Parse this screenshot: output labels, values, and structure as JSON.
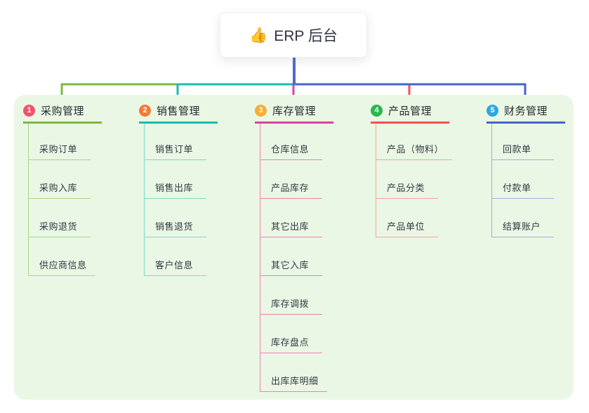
{
  "root": {
    "icon": "👍",
    "title": "ERP 后台",
    "stem_color": "#5069cb"
  },
  "panel": {
    "background": "#eaf7e4"
  },
  "branches": [
    {
      "number": "1",
      "title": "采购管理",
      "badge_color": "#ef566d",
      "line_color": "#7cb93e",
      "child_line_color": "#a9d788",
      "children": [
        "采购订单",
        "采购入库",
        "采购退货",
        "供应商信息"
      ]
    },
    {
      "number": "2",
      "title": "销售管理",
      "badge_color": "#f5793b",
      "line_color": "#17bdb3",
      "child_line_color": "#82d7cd",
      "children": [
        "销售订单",
        "销售出库",
        "销售退货",
        "客户信息"
      ]
    },
    {
      "number": "3",
      "title": "库存管理",
      "badge_color": "#f9ad33",
      "line_color": "#d843a4",
      "child_line_color": "#f17fb5",
      "children": [
        "仓库信息",
        "产品库存",
        "其它出库",
        "其它入库",
        "库存调拨",
        "库存盘点",
        "出库库明细"
      ]
    },
    {
      "number": "4",
      "title": "产品管理",
      "badge_color": "#2db54e",
      "line_color": "#fc4e4e",
      "child_line_color": "#f9a3a3",
      "children": [
        "产品（物料）",
        "产品分类",
        "产品单位"
      ]
    },
    {
      "number": "5",
      "title": "财务管理",
      "badge_color": "#2ea7e0",
      "line_color": "#4465c8",
      "child_line_color": "#9fb0dc",
      "children": [
        "回款单",
        "付款单",
        "结算账户"
      ]
    }
  ]
}
